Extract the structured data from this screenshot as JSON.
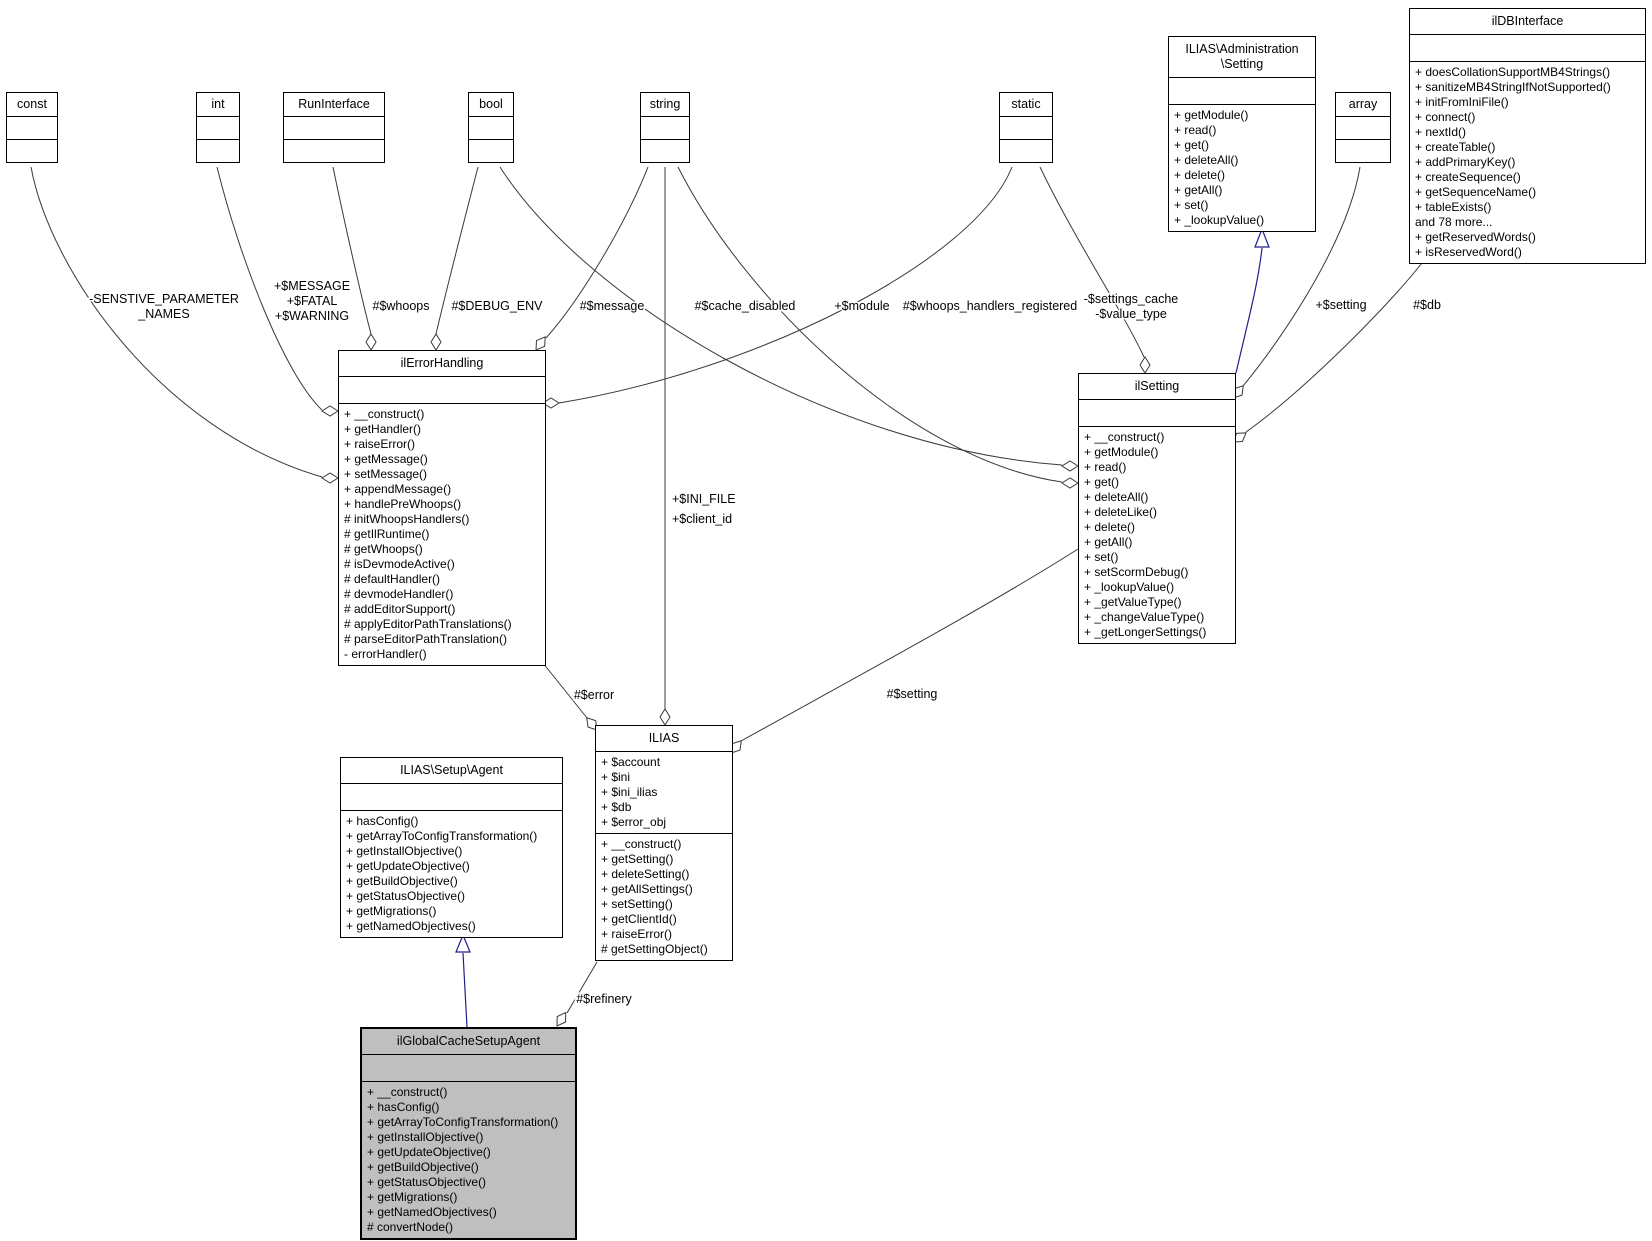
{
  "diagram": {
    "background_color": "#ffffff",
    "edge_color": "#3a3a3a",
    "inheritance_edge_color": "#1f1f8f",
    "highlighted_node_fill": "#bfbfbf",
    "node_fill": "#ffffff"
  },
  "classes": {
    "const_type": {
      "name": "const",
      "attributes": [],
      "methods": []
    },
    "int_type": {
      "name": "int",
      "attributes": [],
      "methods": []
    },
    "run_interface": {
      "name": "RunInterface",
      "attributes": [],
      "methods": []
    },
    "bool_type": {
      "name": "bool",
      "attributes": [],
      "methods": []
    },
    "string_type": {
      "name": "string",
      "attributes": [],
      "methods": []
    },
    "static_type": {
      "name": "static",
      "attributes": [],
      "methods": []
    },
    "array_type": {
      "name": "array",
      "attributes": [],
      "methods": []
    },
    "admin_setting": {
      "name": "ILIAS\\Administration\n\\Setting",
      "attributes": [],
      "methods": [
        "+ getModule()",
        "+ read()",
        "+ get()",
        "+ deleteAll()",
        "+ delete()",
        "+ getAll()",
        "+ set()",
        "+ _lookupValue()"
      ]
    },
    "db_interface": {
      "name": "ilDBInterface",
      "attributes": [],
      "methods": [
        "+ doesCollationSupportMB4Strings()",
        "+ sanitizeMB4StringIfNotSupported()",
        "+ initFromIniFile()",
        "+ connect()",
        "+ nextId()",
        "+ createTable()",
        "+ addPrimaryKey()",
        "+ createSequence()",
        "+ getSequenceName()",
        "+ tableExists()",
        "and 78 more...",
        "+ getReservedWords()",
        "+ isReservedWord()"
      ]
    },
    "error_handling": {
      "name": "ilErrorHandling",
      "attributes": [],
      "methods": [
        "+ __construct()",
        "+ getHandler()",
        "+ raiseError()",
        "+ getMessage()",
        "+ setMessage()",
        "+ appendMessage()",
        "+ handlePreWhoops()",
        "# initWhoopsHandlers()",
        "# getIlRuntime()",
        "# getWhoops()",
        "# isDevmodeActive()",
        "# defaultHandler()",
        "# devmodeHandler()",
        "# addEditorSupport()",
        "# applyEditorPathTranslations()",
        "# parseEditorPathTranslation()",
        "- errorHandler()"
      ]
    },
    "setting": {
      "name": "ilSetting",
      "attributes": [],
      "methods": [
        "+ __construct()",
        "+ getModule()",
        "+ read()",
        "+ get()",
        "+ deleteAll()",
        "+ deleteLike()",
        "+ delete()",
        "+ getAll()",
        "+ set()",
        "+ setScormDebug()",
        "+ _lookupValue()",
        "+ _getValueType()",
        "+ _changeValueType()",
        "+ _getLongerSettings()"
      ]
    },
    "ilias": {
      "name": "ILIAS",
      "attributes": [
        "+ $account",
        "+ $ini",
        "+ $ini_ilias",
        "+ $db",
        "+ $error_obj"
      ],
      "methods": [
        "+ __construct()",
        "+ getSetting()",
        "+ deleteSetting()",
        "+ getAllSettings()",
        "+ setSetting()",
        "+ getClientId()",
        "+ raiseError()",
        "# getSettingObject()"
      ]
    },
    "setup_agent": {
      "name": "ILIAS\\Setup\\Agent",
      "attributes": [],
      "methods": [
        "+ hasConfig()",
        "+ getArrayToConfigTransformation()",
        "+ getInstallObjective()",
        "+ getUpdateObjective()",
        "+ getBuildObjective()",
        "+ getStatusObjective()",
        "+ getMigrations()",
        "+ getNamedObjectives()"
      ]
    },
    "global_cache_setup_agent": {
      "name": "ilGlobalCacheSetupAgent",
      "attributes": [],
      "methods": [
        "+ __construct()",
        "+ hasConfig()",
        "+ getArrayToConfigTransformation()",
        "+ getInstallObjective()",
        "+ getUpdateObjective()",
        "+ getBuildObjective()",
        "+ getStatusObjective()",
        "+ getMigrations()",
        "+ getNamedObjectives()",
        "# convertNode()"
      ]
    }
  },
  "edge_labels": {
    "sensitive_parameter": [
      "-SENSTIVE_PARAMETER",
      "_NAMES"
    ],
    "message_fatal_warning": [
      "+$MESSAGE",
      "+$FATAL",
      "+$WARNING"
    ],
    "whoops": "#$whoops",
    "debug_env": "#$DEBUG_ENV",
    "message": "#$message",
    "cache_disabled": "#$cache_disabled",
    "module": "+$module",
    "whoops_handlers_registered": "#$whoops_handlers_registered",
    "settings_cache": [
      "-$settings_cache",
      "-$value_type"
    ],
    "setting_array": "+$setting",
    "db": "#$db",
    "ini_file_client_id": [
      "+$INI_FILE",
      "+$client_id"
    ],
    "error": "#$error",
    "setting": "#$setting",
    "refinery": "#$refinery"
  }
}
